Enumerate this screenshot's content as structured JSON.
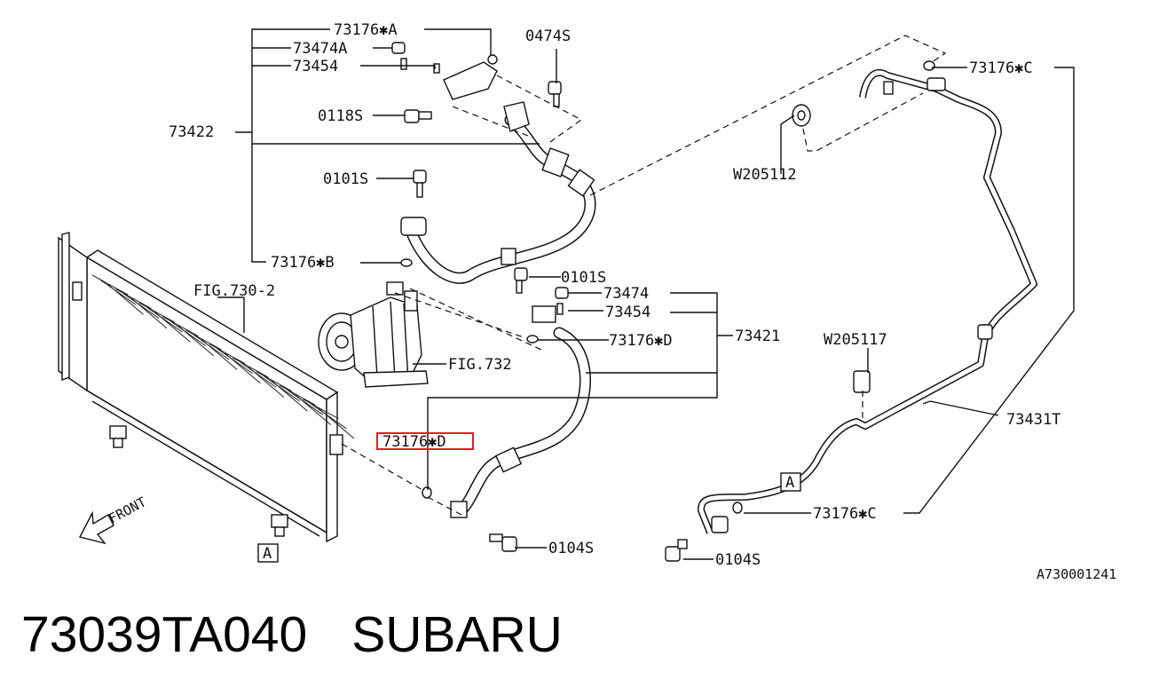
{
  "labels": {
    "l_73176A": "73176✱A",
    "l_73474A": "73474A",
    "l_73454_top": "73454",
    "l_0474S": "0474S",
    "l_73422": "73422",
    "l_0118S": "0118S",
    "l_0101S_top": "0101S",
    "l_73176B": "73176✱B",
    "l_fig7302": "FIG.730-2",
    "l_0101S_mid": "0101S",
    "l_73474": "73474",
    "l_73454_mid": "73454",
    "l_73176D_a": "73176✱D",
    "l_73421": "73421",
    "l_fig732": "FIG.732",
    "l_73176D_b": "73176✱D",
    "l_73176C_top": "73176✱C",
    "l_w205112": "W205112",
    "l_w205117": "W205117",
    "l_73431T": "73431T",
    "l_73176C_bot": "73176✱C",
    "l_0104S_a": "0104S",
    "l_0104S_b": "0104S",
    "l_front": "FRONT",
    "l_A_left": "A",
    "l_A_right": "A",
    "l_code": "A730001241"
  },
  "highlight_color": "#e02020",
  "caption": {
    "part_number": "73039TA040",
    "brand": "SUBARU"
  }
}
